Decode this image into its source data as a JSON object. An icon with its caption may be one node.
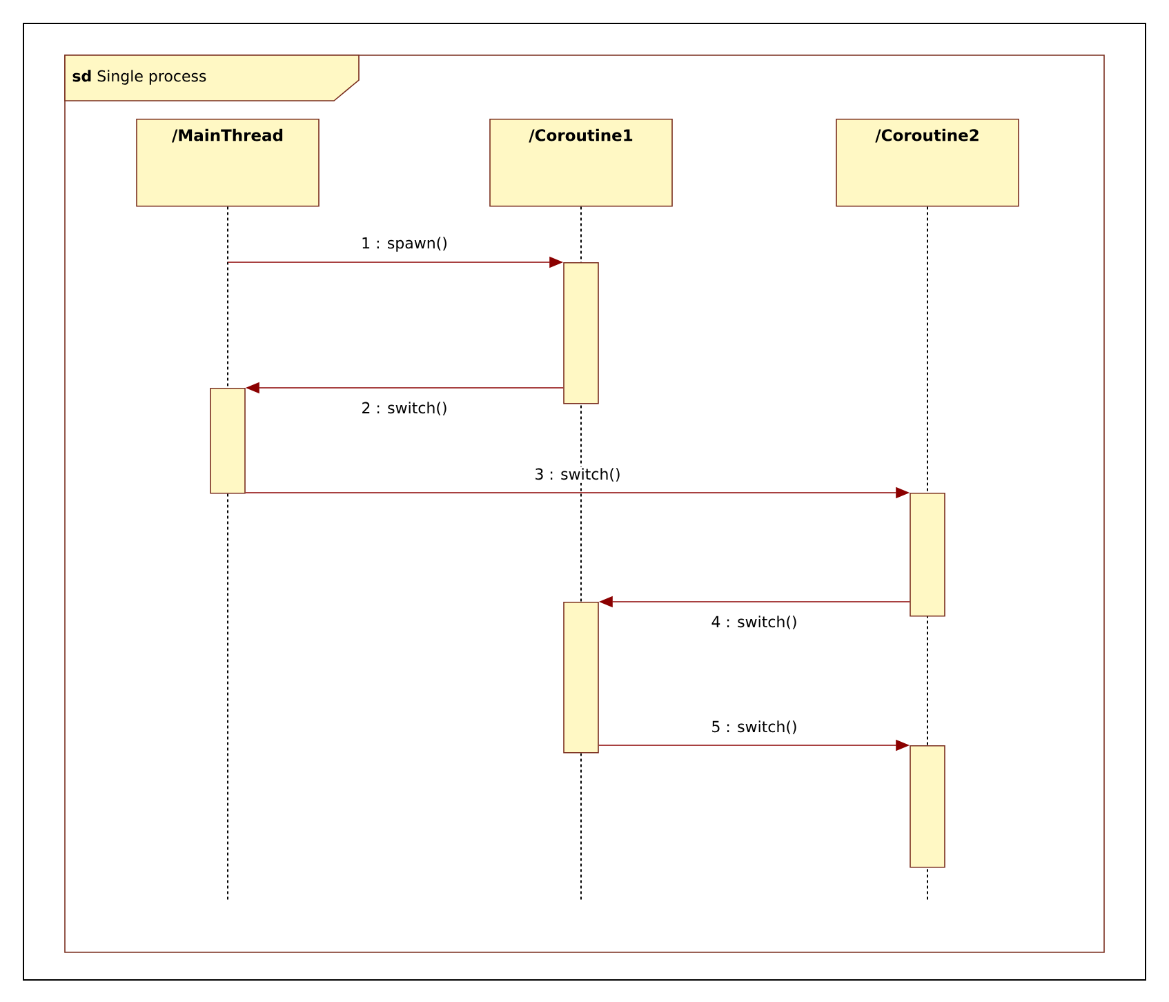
{
  "diagram": {
    "nodes": [
      {
        "text": [
          "**sd** Single process"
        ]
      },
      {
        "text": [
          "/MainThread"
        ],
        "in": 0
      },
      {
        "text": [
          "/Coroutine1"
        ],
        "in": 0
      },
      {
        "text": [
          "/Coroutine2"
        ],
        "in": 0
      },
      {
        "text": [],
        "shape": "bar",
        "in": 0
      },
      {
        "text": [],
        "shape": "bar",
        "in": 0
      },
      {
        "text": [],
        "shape": "bar",
        "in": 0
      },
      {
        "text": [],
        "shape": "bar",
        "in": 0
      },
      {
        "text": [],
        "shape": "bar",
        "in": 0
      }
    ],
    "edges": [
      {
        "from": 1,
        "to": 4,
        "arrow": "to",
        "label": "1 : spawn()"
      },
      {
        "from": 4,
        "to": 5,
        "arrow": "to",
        "label": "2 : switch()"
      },
      {
        "from": 5,
        "to": 6,
        "arrow": "to",
        "label": "3 : switch()"
      },
      {
        "from": 6,
        "to": 7,
        "arrow": "to",
        "label": "4 : switch()"
      },
      {
        "from": 7,
        "to": 8,
        "arrow": "to",
        "label": "5 : switch()"
      },
      {
        "from": 1,
        "to": null,
        "arrow": "none",
        "style": "dashed",
        "color": "#000000"
      },
      {
        "from": 2,
        "to": null,
        "arrow": "none",
        "style": "dashed",
        "color": "#000000"
      },
      {
        "from": 3,
        "to": null,
        "arrow": "none",
        "style": "dashed",
        "color": "#000000"
      }
    ]
  }
}
